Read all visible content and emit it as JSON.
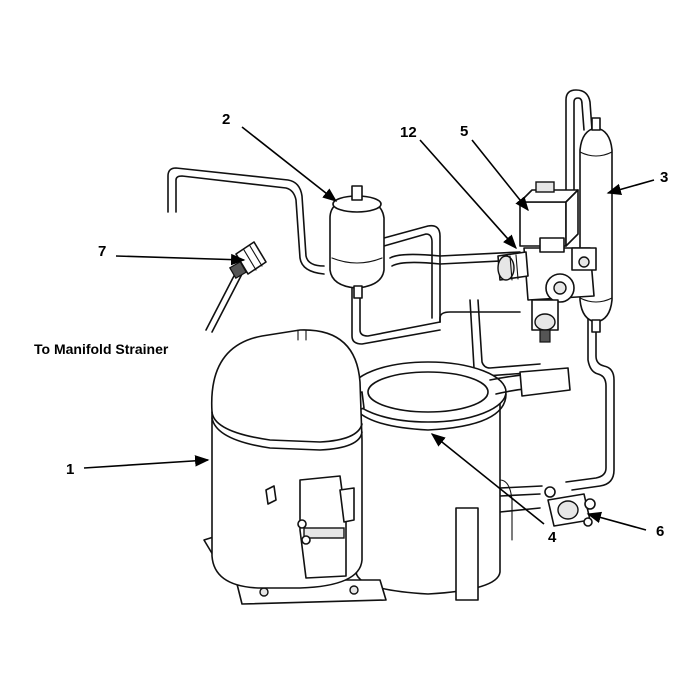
{
  "callouts": {
    "c1": "1",
    "c2": "2",
    "c3": "3",
    "c4": "4",
    "c5": "5",
    "c6": "6",
    "c7": "7",
    "c12": "12"
  },
  "note": "To Manifold Strainer",
  "colors": {
    "line": "#111111",
    "background": "#ffffff"
  }
}
